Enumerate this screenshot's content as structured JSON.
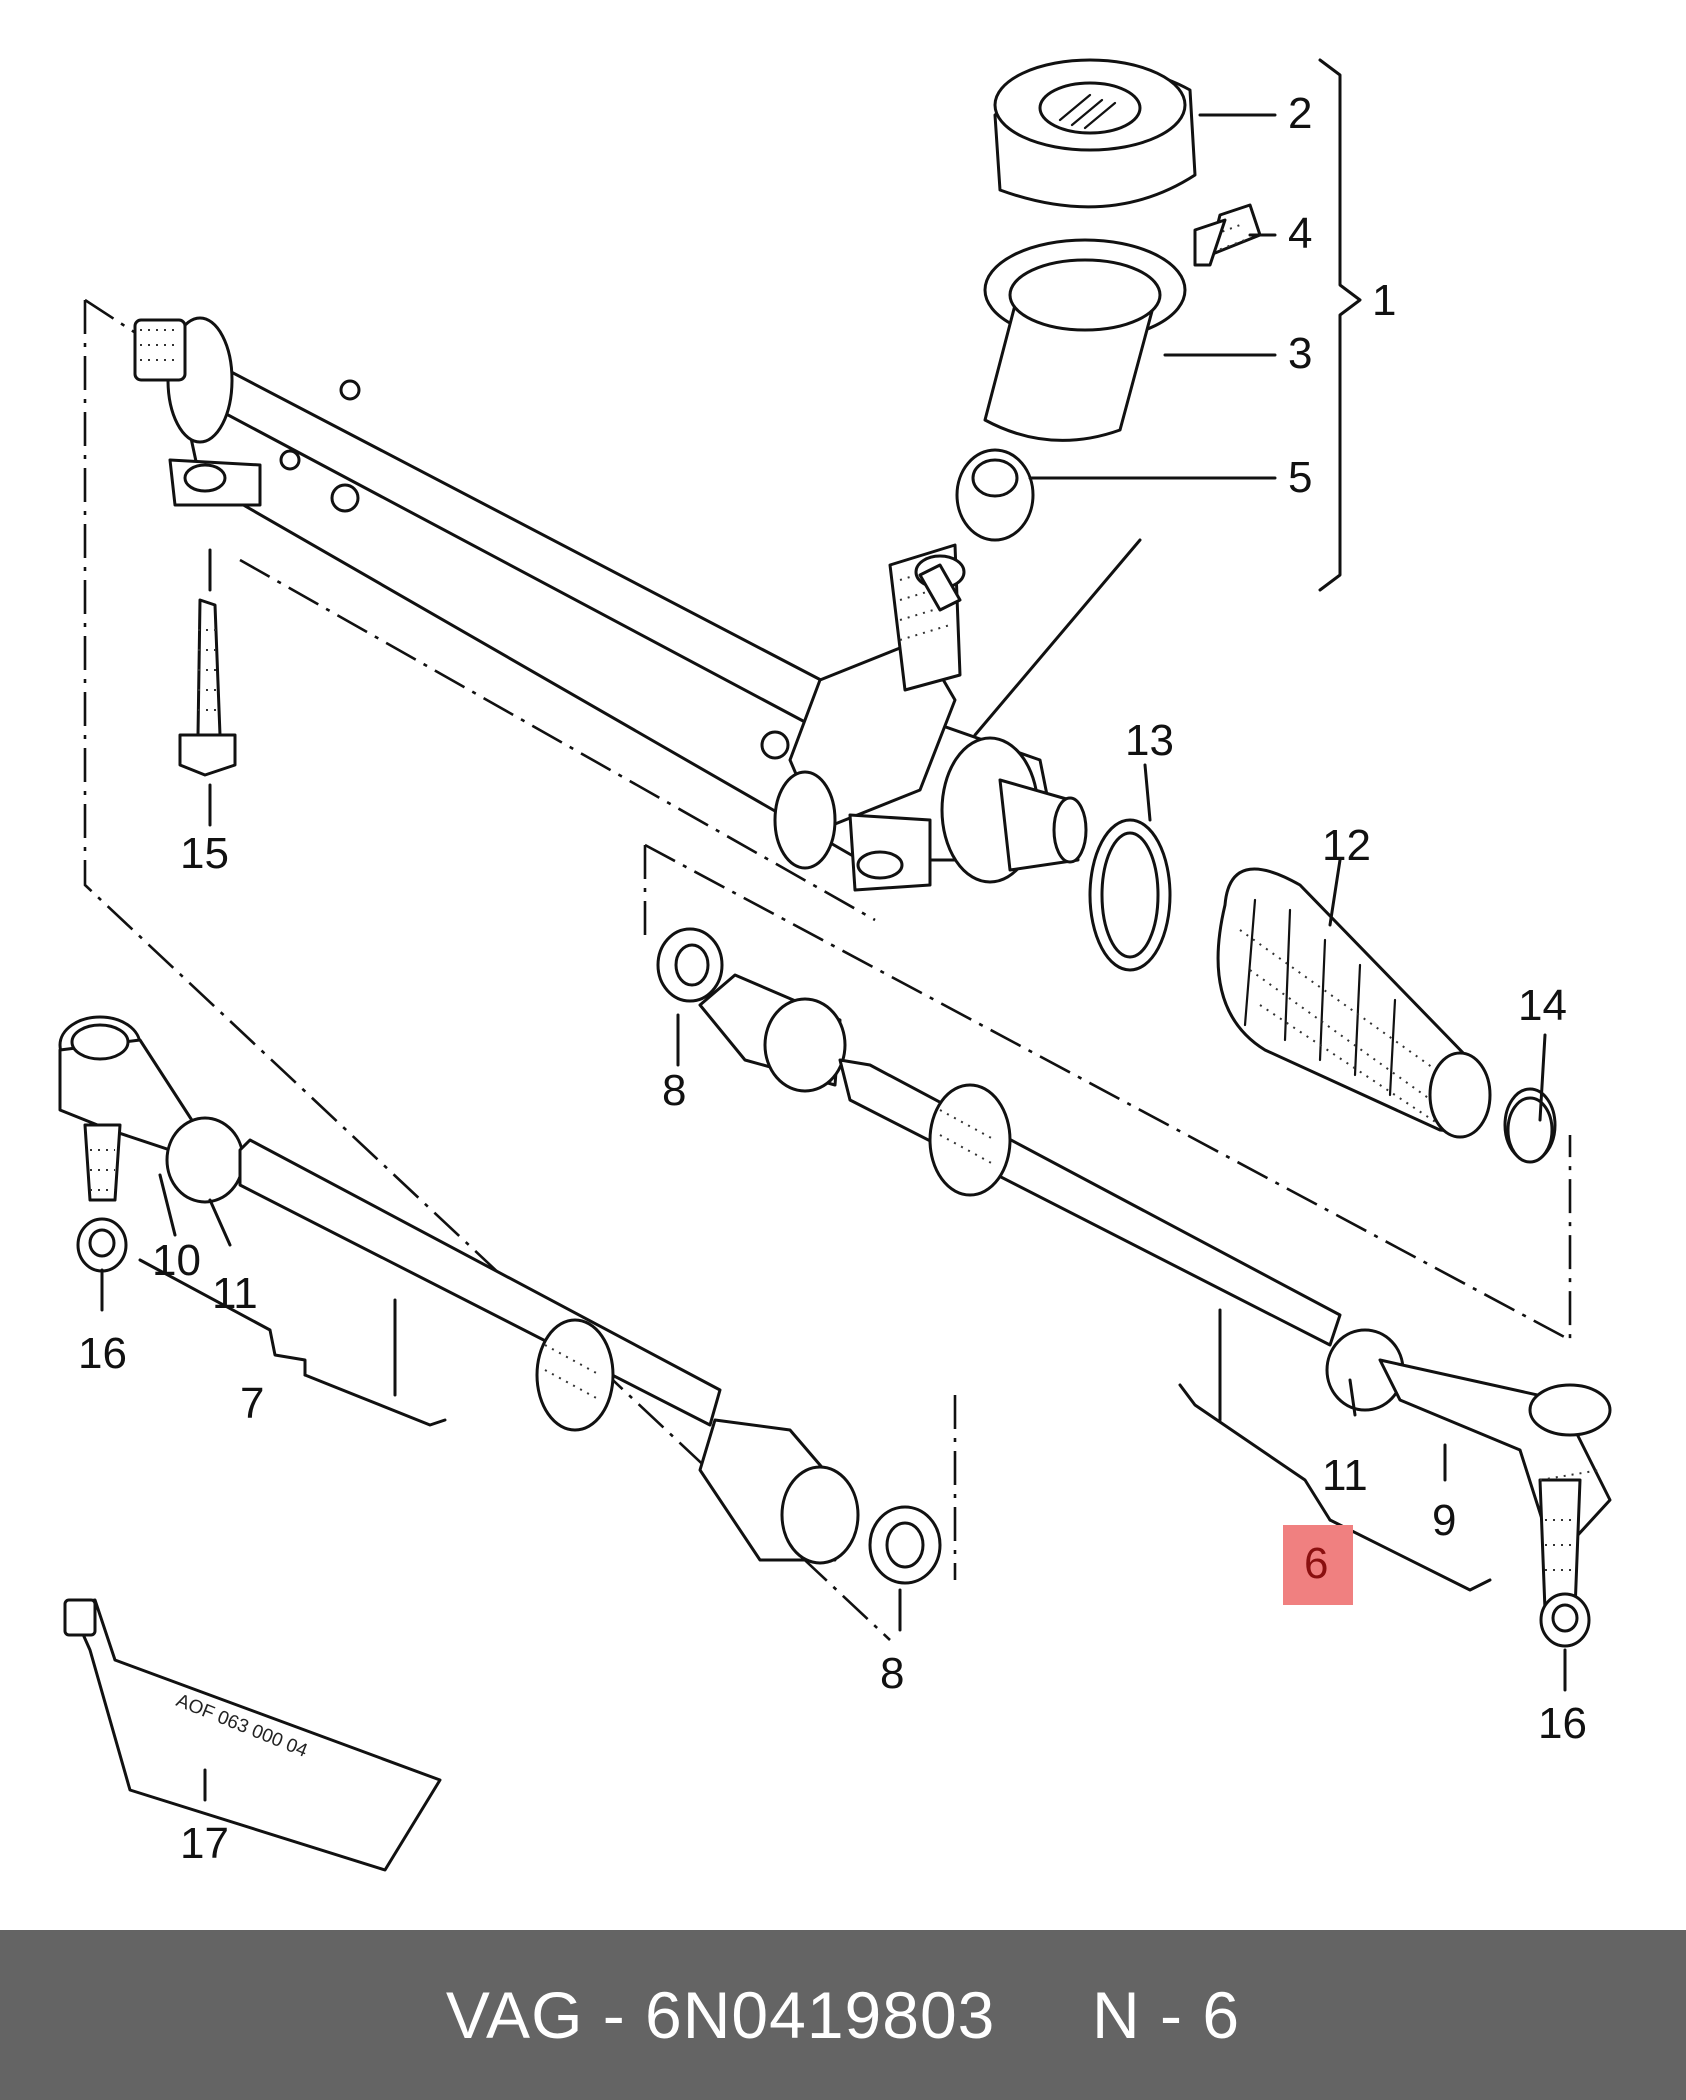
{
  "callouts": {
    "p1": "1",
    "p2": "2",
    "p3": "3",
    "p4": "4",
    "p5": "5",
    "p6": "6",
    "p7": "7",
    "p8a": "8",
    "p8b": "8",
    "p9": "9",
    "p10": "10",
    "p11a": "11",
    "p11b": "11",
    "p12": "12",
    "p13": "13",
    "p14": "14",
    "p15": "15",
    "p16a": "16",
    "p16b": "16",
    "p17": "17"
  },
  "highlight_color": "#f08080",
  "tube_marking": "AOF 063 000 04",
  "footer": {
    "text": "VAG - 6N0419803     N - 6",
    "background": "#646464"
  }
}
